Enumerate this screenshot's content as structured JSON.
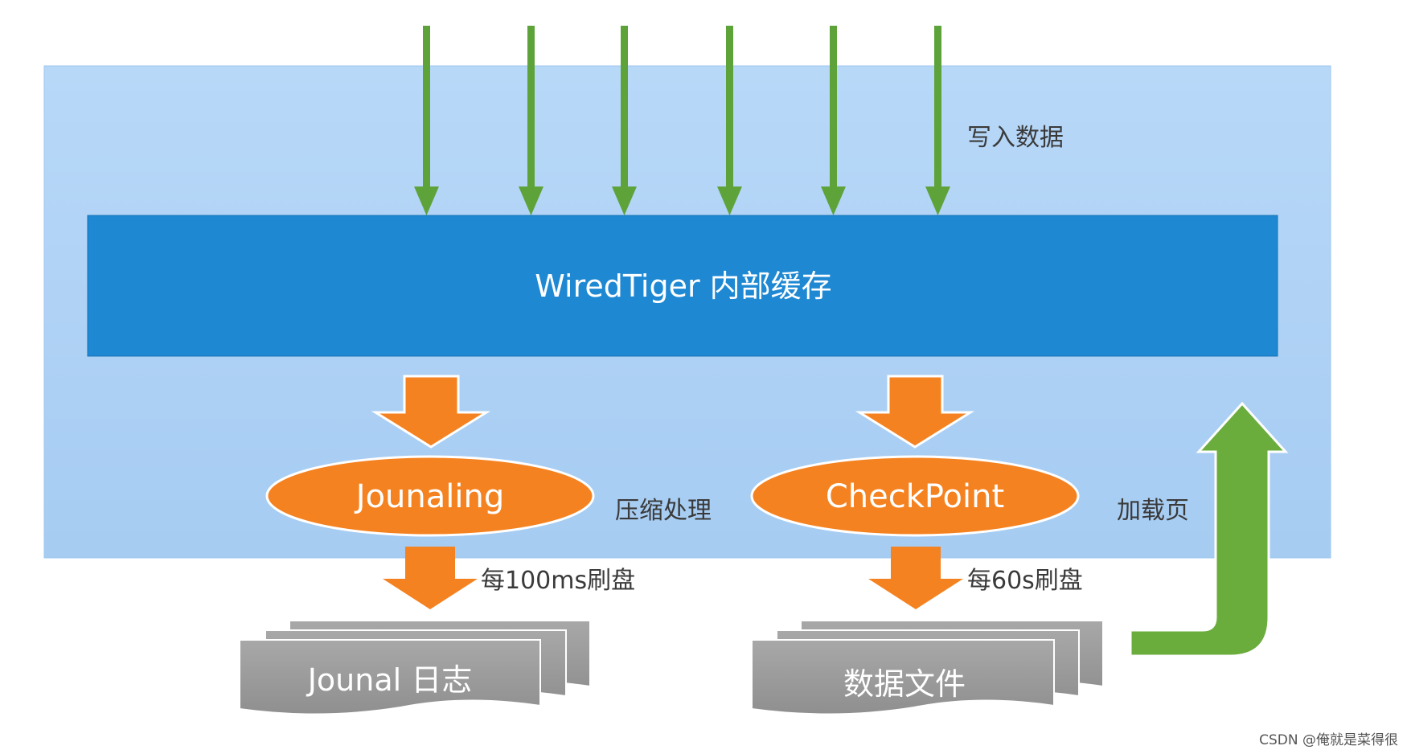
{
  "cache": {
    "label": "WiredTiger 内部缓存"
  },
  "write": {
    "label": "写入数据"
  },
  "journaling": {
    "label": "Jounaling",
    "side_label": "压缩处理",
    "flush_label": "每100ms刷盘",
    "output_label": "Jounal 日志"
  },
  "checkpoint": {
    "label": "CheckPoint",
    "flush_label": "每60s刷盘",
    "output_label": "数据文件"
  },
  "load": {
    "label": "加载页"
  },
  "watermark": {
    "text": "CSDN @俺就是菜得很"
  },
  "colors": {
    "outer_box": "#b3d4f5",
    "cache_bar": "#1e88d3",
    "write_arrow": "#5ea33a",
    "orange": "#f58220",
    "doc_gray": "#9e9e9e",
    "load_arrow": "#6aad3d"
  }
}
